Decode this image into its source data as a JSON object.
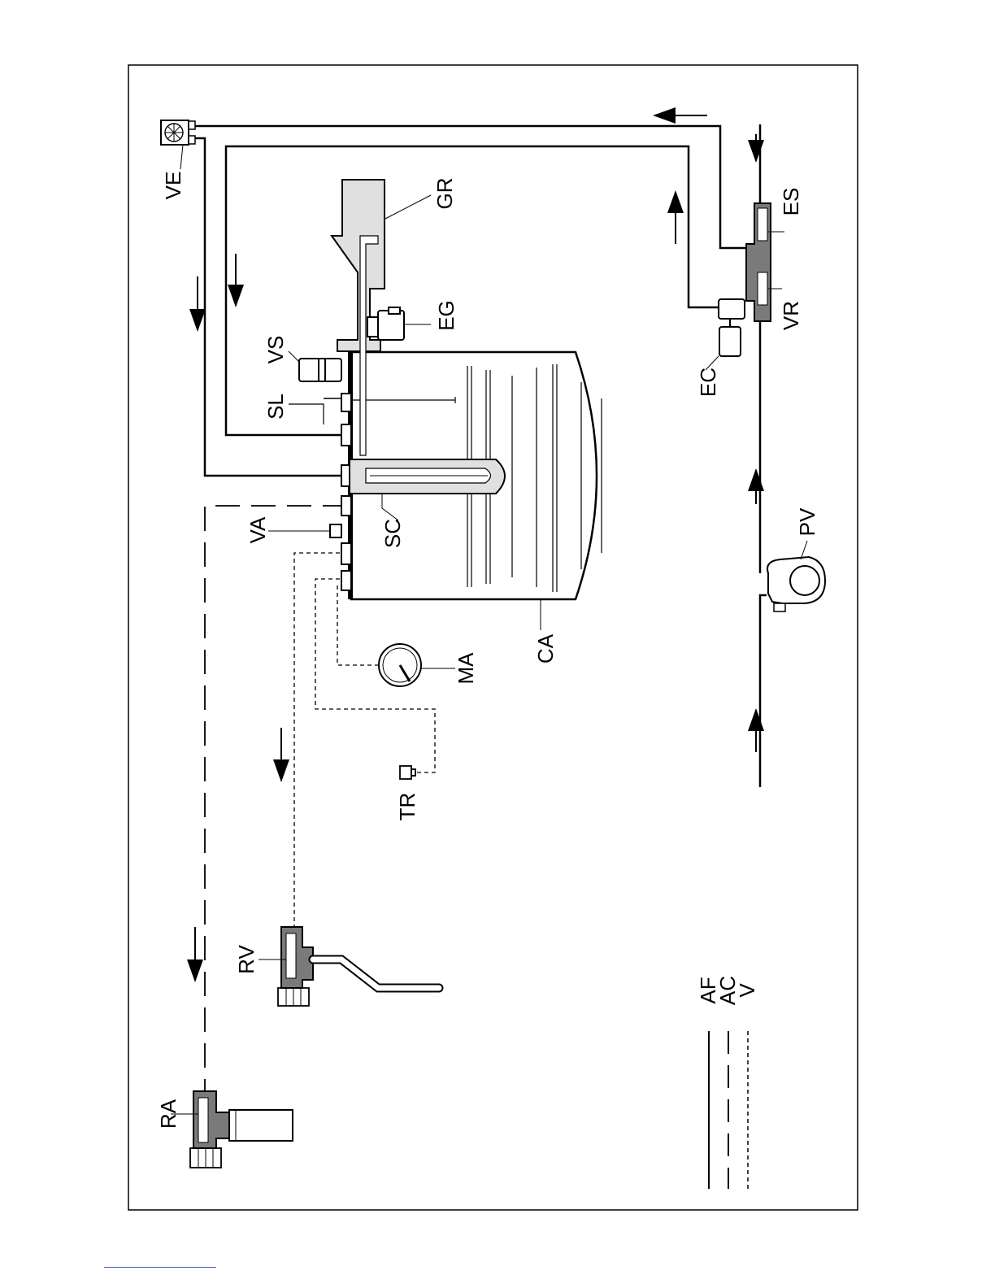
{
  "labels": {
    "VE": "VE",
    "GR": "GR",
    "ES": "ES",
    "EG": "EG",
    "VR": "VR",
    "VS": "VS",
    "EC": "EC",
    "SL": "SL",
    "VA": "VA",
    "SC": "SC",
    "PV": "PV",
    "CA": "CA",
    "MA": "MA",
    "TR": "TR",
    "RV": "RV",
    "RA": "RA"
  },
  "legend": [
    {
      "code": "AF",
      "style": "solid"
    },
    {
      "code": "AC",
      "style": "long-dash"
    },
    {
      "code": "V",
      "style": "short-dash"
    }
  ],
  "colors": {
    "line": "#000000",
    "component_fill": "#e0e0e0",
    "dark_fill": "#7a7a7a"
  }
}
